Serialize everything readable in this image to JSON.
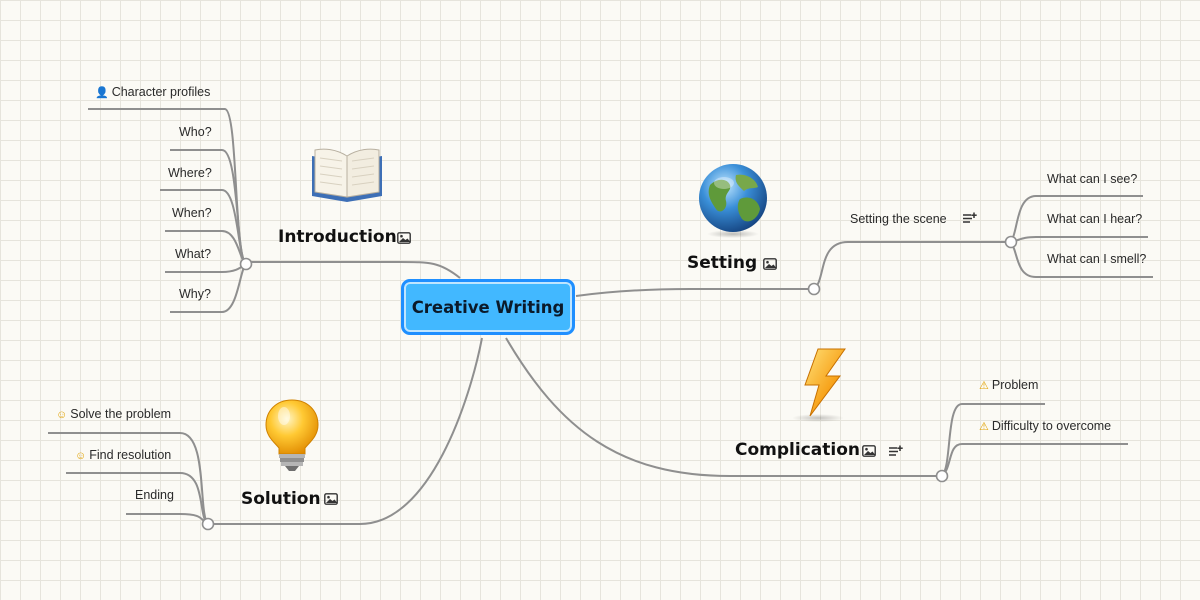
{
  "central": {
    "label": "Creative Writing"
  },
  "topics": {
    "introduction": {
      "label": "Introduction",
      "icon": "book-icon",
      "children": [
        {
          "label": "Character profiles",
          "icon": "person-icon"
        },
        {
          "label": "Who?"
        },
        {
          "label": "Where?"
        },
        {
          "label": "When?"
        },
        {
          "label": "What?"
        },
        {
          "label": "Why?"
        }
      ]
    },
    "setting": {
      "label": "Setting",
      "icon": "globe-icon",
      "child": {
        "label": "Setting the scene",
        "icon": "notes-icon"
      },
      "grandchildren": [
        {
          "label": "What can I see?"
        },
        {
          "label": "What can I hear?"
        },
        {
          "label": "What can I smell?"
        }
      ]
    },
    "complication": {
      "label": "Complication",
      "icon": "lightning-icon",
      "children": [
        {
          "label": "Problem",
          "icon": "warning-icon"
        },
        {
          "label": "Difficulty to overcome",
          "icon": "warning-icon"
        }
      ]
    },
    "solution": {
      "label": "Solution",
      "icon": "lightbulb-icon",
      "children": [
        {
          "label": "Solve the problem",
          "icon": "smiley-icon"
        },
        {
          "label": "Find resolution",
          "icon": "smiley-icon"
        },
        {
          "label": "Ending"
        }
      ]
    }
  },
  "colors": {
    "central_fill": "#42b8ff",
    "central_border": "#1f8fff",
    "connector": "#8f8f8f"
  }
}
